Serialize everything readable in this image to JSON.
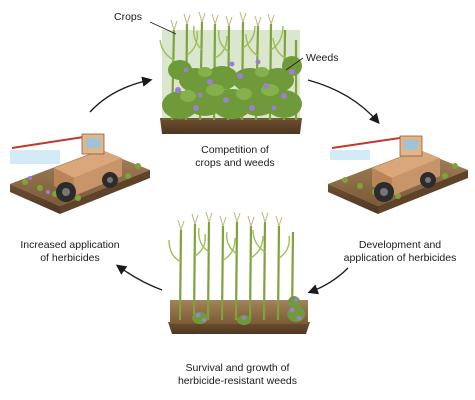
{
  "diagram": {
    "annotations": {
      "crops": "Crops",
      "weeds": "Weeds"
    },
    "stages": {
      "top": {
        "line1": "Competition of",
        "line2": "crops and weeds"
      },
      "right": {
        "line1": "Development and",
        "line2": "application of herbicides"
      },
      "bottom": {
        "line1": "Survival and growth of",
        "line2": "herbicide-resistant weeds"
      },
      "left": {
        "line1": "Increased application",
        "line2": "of herbicides"
      }
    }
  },
  "colors": {
    "soil": "#8b6a45",
    "crop_leaf": "#8bb04a",
    "weed_leaf": "#6f9a3a",
    "weed_flower": "#9b7fd0",
    "tractor_body": "#d9a77a",
    "arrow": "#1a1a1a"
  }
}
